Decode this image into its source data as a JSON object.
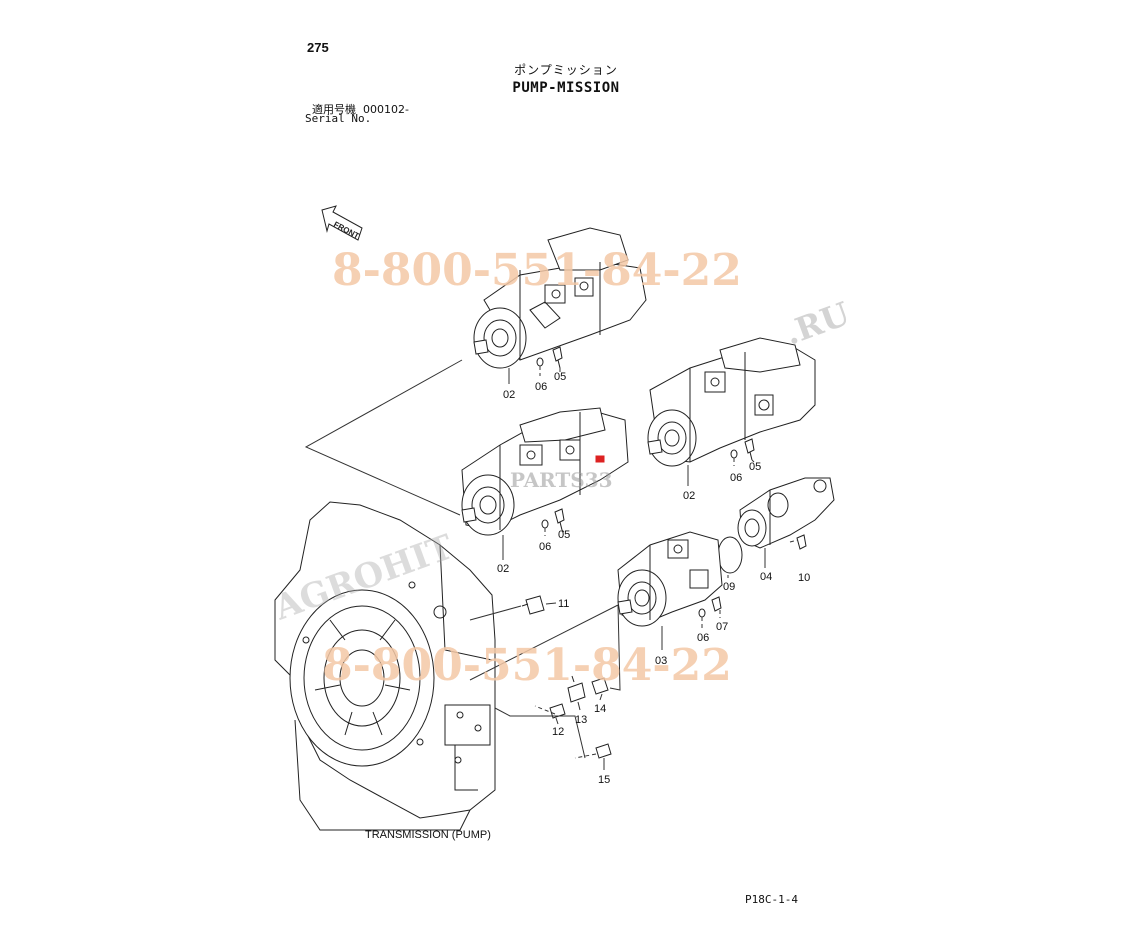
{
  "header": {
    "page_number": "275",
    "title_jp": "ポンプミッション",
    "title_en": "PUMP-MISSION",
    "serial_label_jp": "適用号機",
    "serial_value": "000102-",
    "serial_label_en": "Serial No."
  },
  "diagram": {
    "front_label": "FRONT",
    "caption": "TRANSMISSION (PUMP)",
    "page_code": "P18C-1-4",
    "callouts": [
      "02",
      "06",
      "05",
      "02",
      "06",
      "05",
      "02",
      "06",
      "05",
      "04",
      "10",
      "09",
      "11",
      "03",
      "06",
      "07",
      "12",
      "13",
      "14",
      "15"
    ]
  },
  "watermark": {
    "phone_top": "8-800-551-84-22",
    "phone_bottom": "8-800-551-84-22",
    "site_top": ".RU",
    "site_left": "AGROHIT",
    "center": "PARTS33",
    "color": "#f4c8a6"
  }
}
